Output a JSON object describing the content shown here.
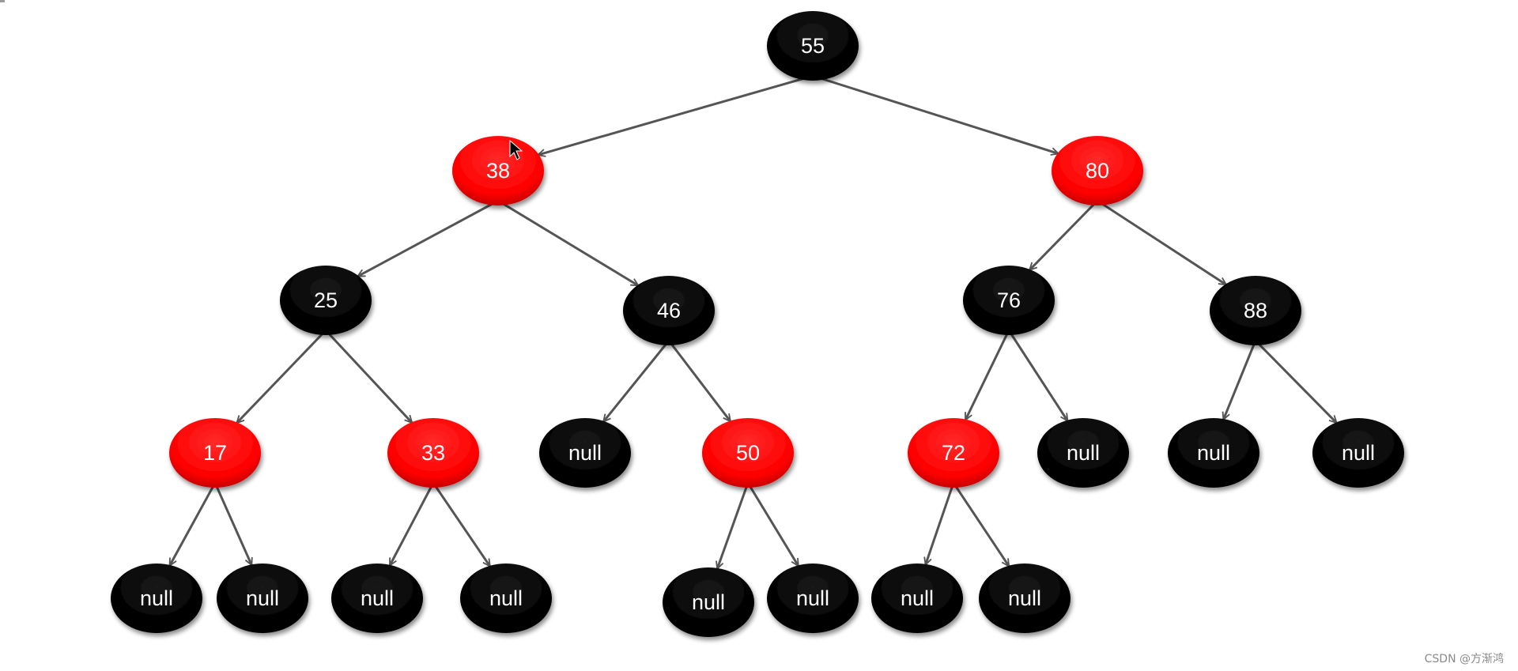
{
  "tree": {
    "colors": {
      "red": "#ff0000",
      "black": "#000000",
      "edge": "#555555",
      "label_on_red": "#ffffff",
      "label_on_black": "#ffffff"
    },
    "nodes": [
      {
        "id": "n55",
        "label": "55",
        "color": "black",
        "parent": null
      },
      {
        "id": "n38",
        "label": "38",
        "color": "red",
        "parent": "n55"
      },
      {
        "id": "n80",
        "label": "80",
        "color": "red",
        "parent": "n55"
      },
      {
        "id": "n25",
        "label": "25",
        "color": "black",
        "parent": "n38"
      },
      {
        "id": "n46",
        "label": "46",
        "color": "black",
        "parent": "n38"
      },
      {
        "id": "n76",
        "label": "76",
        "color": "black",
        "parent": "n80"
      },
      {
        "id": "n88",
        "label": "88",
        "color": "black",
        "parent": "n80"
      },
      {
        "id": "n17",
        "label": "17",
        "color": "red",
        "parent": "n25"
      },
      {
        "id": "n33",
        "label": "33",
        "color": "red",
        "parent": "n25"
      },
      {
        "id": "nnA",
        "label": "null",
        "color": "black",
        "parent": "n46"
      },
      {
        "id": "n50",
        "label": "50",
        "color": "red",
        "parent": "n46"
      },
      {
        "id": "n72",
        "label": "72",
        "color": "red",
        "parent": "n76"
      },
      {
        "id": "nnB",
        "label": "null",
        "color": "black",
        "parent": "n76"
      },
      {
        "id": "nnC",
        "label": "null",
        "color": "black",
        "parent": "n88"
      },
      {
        "id": "nnD",
        "label": "null",
        "color": "black",
        "parent": "n88"
      },
      {
        "id": "nn1",
        "label": "null",
        "color": "black",
        "parent": "n17"
      },
      {
        "id": "nn2",
        "label": "null",
        "color": "black",
        "parent": "n17"
      },
      {
        "id": "nn3",
        "label": "null",
        "color": "black",
        "parent": "n33"
      },
      {
        "id": "nn4",
        "label": "null",
        "color": "black",
        "parent": "n33"
      },
      {
        "id": "nn5",
        "label": "null",
        "color": "black",
        "parent": "n50"
      },
      {
        "id": "nn6",
        "label": "null",
        "color": "black",
        "parent": "n50"
      },
      {
        "id": "nn7",
        "label": "null",
        "color": "black",
        "parent": "n72"
      },
      {
        "id": "nn8",
        "label": "null",
        "color": "black",
        "parent": "n72"
      }
    ]
  },
  "watermark": "CSDN @方渐鸿"
}
